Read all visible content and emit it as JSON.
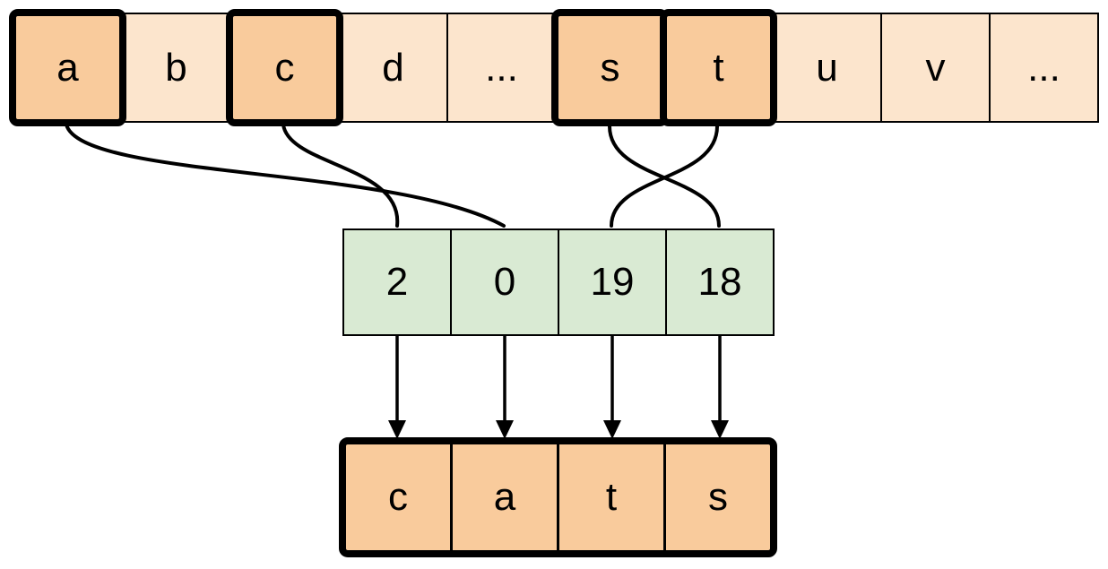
{
  "diagram": {
    "description": "Array indexing diagram: letters of the alphabet mapped to indices spelling the word cats",
    "alphabet_row": {
      "cells": [
        {
          "label": "a",
          "highlighted": true
        },
        {
          "label": "b",
          "highlighted": false
        },
        {
          "label": "c",
          "highlighted": true
        },
        {
          "label": "d",
          "highlighted": false
        },
        {
          "label": "...",
          "highlighted": false
        },
        {
          "label": "s",
          "highlighted": true
        },
        {
          "label": "t",
          "highlighted": true
        },
        {
          "label": "u",
          "highlighted": false
        },
        {
          "label": "v",
          "highlighted": false
        },
        {
          "label": "...",
          "highlighted": false
        }
      ]
    },
    "index_row": {
      "cells": [
        {
          "label": "2"
        },
        {
          "label": "0"
        },
        {
          "label": "19"
        },
        {
          "label": "18"
        }
      ]
    },
    "output_row": {
      "cells": [
        {
          "label": "c"
        },
        {
          "label": "a"
        },
        {
          "label": "t"
        },
        {
          "label": "s"
        }
      ]
    },
    "connections": [
      {
        "from_letter": "a",
        "to_index": "0"
      },
      {
        "from_letter": "c",
        "to_index": "2"
      },
      {
        "from_letter": "s",
        "to_index": "18"
      },
      {
        "from_letter": "t",
        "to_index": "19"
      }
    ],
    "colors": {
      "cell_light": "#fce5cd",
      "cell_highlight": "#f9cb9c",
      "cell_index": "#d9ead3",
      "stroke": "#000000",
      "background": "#ffffff"
    }
  }
}
